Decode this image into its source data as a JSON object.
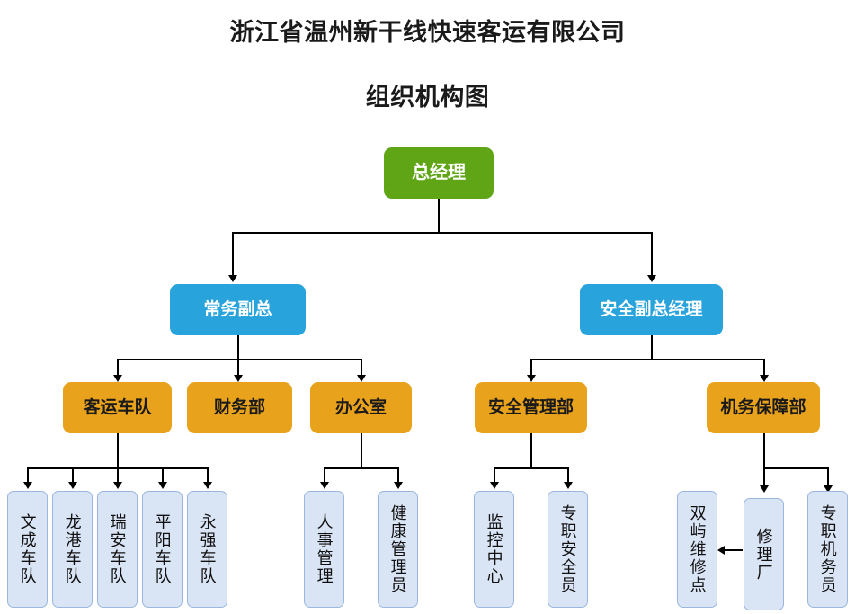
{
  "document": {
    "title_line1": "浙江省温州新干线快速客运有限公司",
    "title_line2": "组织机构图"
  },
  "colors": {
    "level1_green": "#5FA515",
    "level2_blue": "#29A3DC",
    "level3_orange": "#E8A21C",
    "level4_lightblue": "#D9E4F5",
    "level4_border": "#9BB7DE",
    "connector": "#000000",
    "background": "#FFFFFF"
  },
  "org_chart": {
    "type": "diagram",
    "root": {
      "id": "general-manager",
      "label": "总经理",
      "level": 1
    },
    "level2": [
      {
        "id": "executive-deputy-gm",
        "label": "常务副总",
        "level": 2
      },
      {
        "id": "safety-deputy-gm",
        "label": "安全副总经理",
        "level": 2
      }
    ],
    "level3": [
      {
        "id": "passenger-fleet",
        "label": "客运车队",
        "level": 3,
        "parent": "executive-deputy-gm"
      },
      {
        "id": "finance-dept",
        "label": "财务部",
        "level": 3,
        "parent": "executive-deputy-gm"
      },
      {
        "id": "office",
        "label": "办公室",
        "level": 3,
        "parent": "executive-deputy-gm"
      },
      {
        "id": "safety-mgmt-dept",
        "label": "安全管理部",
        "level": 3,
        "parent": "safety-deputy-gm"
      },
      {
        "id": "maintenance-support-dept",
        "label": "机务保障部",
        "level": 3,
        "parent": "safety-deputy-gm"
      }
    ],
    "level4": [
      {
        "id": "wencheng-fleet",
        "label": "文成车队",
        "level": 4,
        "parent": "passenger-fleet"
      },
      {
        "id": "longgang-fleet",
        "label": "龙港车队",
        "level": 4,
        "parent": "passenger-fleet"
      },
      {
        "id": "ruian-fleet",
        "label": "瑞安车队",
        "level": 4,
        "parent": "passenger-fleet"
      },
      {
        "id": "pingyang-fleet",
        "label": "平阳车队",
        "level": 4,
        "parent": "passenger-fleet"
      },
      {
        "id": "yongqiang-fleet",
        "label": "永强车队",
        "level": 4,
        "parent": "passenger-fleet"
      },
      {
        "id": "hr-management",
        "label": "人事管理",
        "level": 4,
        "parent": "office"
      },
      {
        "id": "health-manager",
        "label": "健康管理员",
        "level": 4,
        "parent": "office"
      },
      {
        "id": "monitoring-center",
        "label": "监控中心",
        "level": 4,
        "parent": "safety-mgmt-dept"
      },
      {
        "id": "dedicated-safety-officer",
        "label": "专职安全员",
        "level": 4,
        "parent": "safety-mgmt-dept"
      },
      {
        "id": "shuangyu-repair-point",
        "label": "双屿维修点",
        "level": 4,
        "parent": "repair-factory"
      },
      {
        "id": "repair-factory",
        "label": "修理厂",
        "level": 4,
        "parent": "maintenance-support-dept"
      },
      {
        "id": "dedicated-mechanic",
        "label": "专职机务员",
        "level": 4,
        "parent": "maintenance-support-dept"
      }
    ]
  }
}
